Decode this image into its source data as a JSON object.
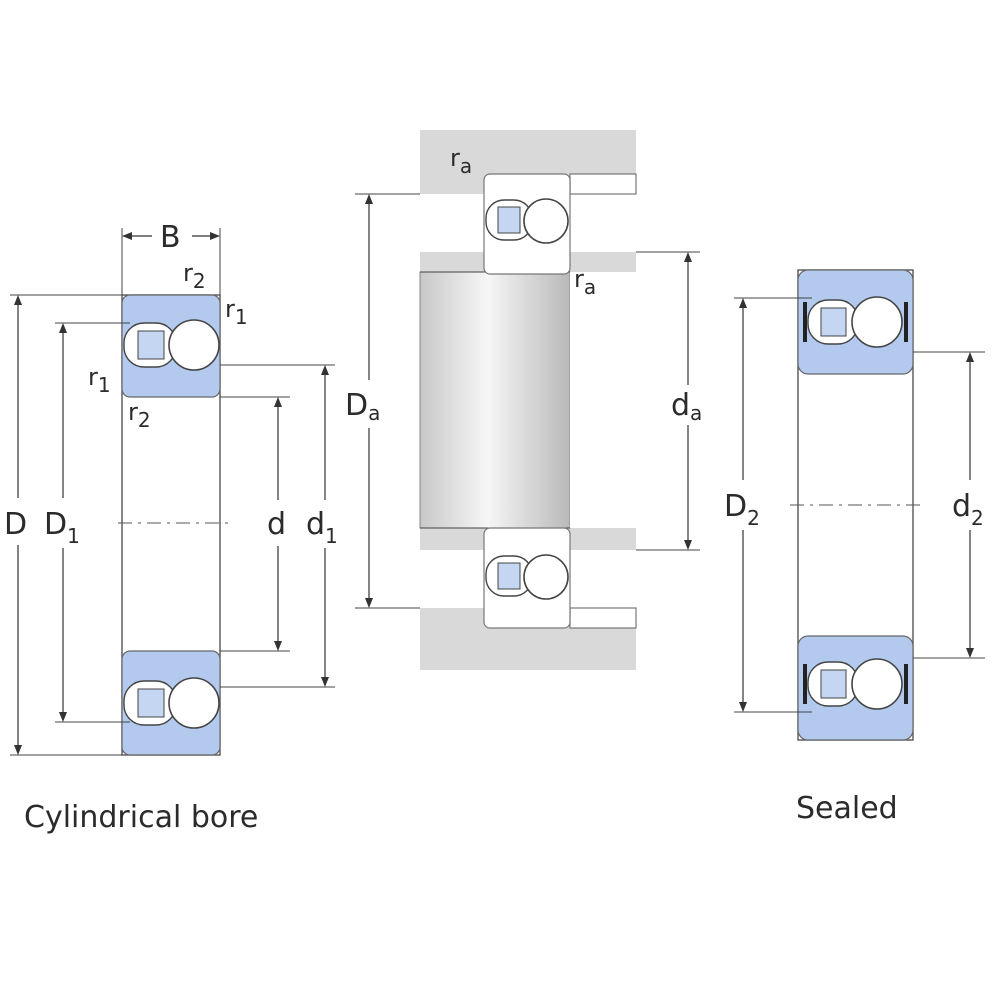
{
  "captions": {
    "left": "Cylindrical bore",
    "right": "Sealed"
  },
  "labels": {
    "B": "B",
    "D": "D",
    "D1": {
      "main": "D",
      "sub": "1"
    },
    "d": "d",
    "d1": {
      "main": "d",
      "sub": "1"
    },
    "r1_top": {
      "main": "r",
      "sub": "1"
    },
    "r2_top": {
      "main": "r",
      "sub": "2"
    },
    "r1_side": {
      "main": "r",
      "sub": "1"
    },
    "r2_side": {
      "main": "r",
      "sub": "2"
    },
    "Da": {
      "main": "D",
      "sub": "a"
    },
    "da": {
      "main": "d",
      "sub": "a"
    },
    "ra_top": {
      "main": "r",
      "sub": "a"
    },
    "ra_side": {
      "main": "r",
      "sub": "a"
    },
    "D2": {
      "main": "D",
      "sub": "2"
    },
    "d2": {
      "main": "d",
      "sub": "2"
    }
  },
  "colors": {
    "ring": "#b3c9ee",
    "housing": "#d9d9d9",
    "shaft_highlight": "#f4f4f4",
    "shaft_shadow": "#bdbdbd",
    "seal": "#222222"
  }
}
